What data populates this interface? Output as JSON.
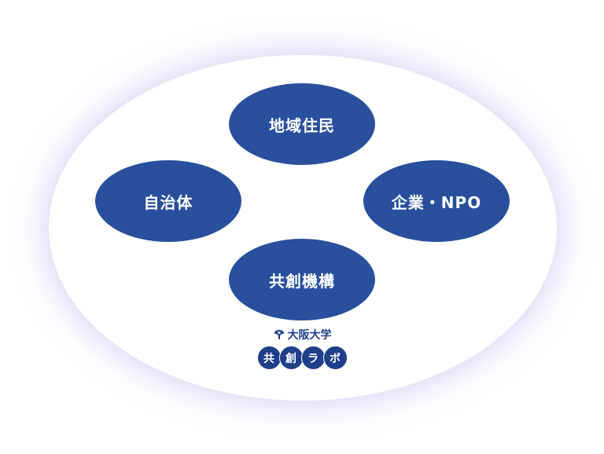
{
  "diagram": {
    "nodes": {
      "top": "地域住民",
      "left": "自治体",
      "right": "企業・NPO",
      "bottom": "共創機構"
    },
    "logo": {
      "university": "大阪大学",
      "lab_chars": [
        "共",
        "創",
        "ラ",
        "ボ"
      ]
    },
    "colors": {
      "node_fill": "#28509d",
      "logo": "#1e3f8a",
      "outer_glow": "#c4baee"
    }
  }
}
